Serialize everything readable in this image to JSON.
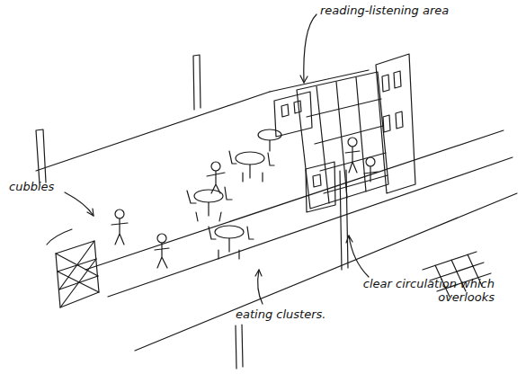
{
  "diagram": {
    "labels": [
      "reading-listening area",
      "cubbies",
      "clear circulation which overlooks",
      "eating clusters."
    ]
  }
}
